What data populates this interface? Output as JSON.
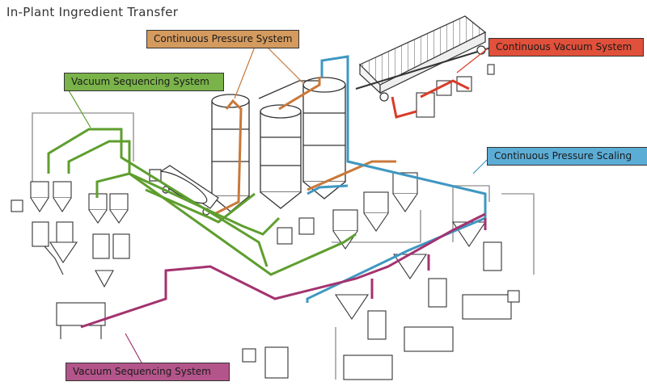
{
  "title": "In-Plant Ingredient Transfer",
  "callouts": {
    "continuous_pressure_system": "Continuous Pressure System",
    "continuous_vacuum_system": "Continuous Vacuum System",
    "vacuum_sequencing_system_top": "Vacuum Sequencing System",
    "continuous_pressure_scaling": "Continuous Pressure Scaling",
    "vacuum_sequencing_system_bottom": "Vacuum Sequencing System"
  },
  "colors": {
    "orange": "#c9783a",
    "red": "#d93b2a",
    "green": "#5e9e2e",
    "blue": "#3f97c2",
    "purple": "#a3336f",
    "equipment": "#3a3a3a",
    "grey_line": "#9a9a9a"
  }
}
